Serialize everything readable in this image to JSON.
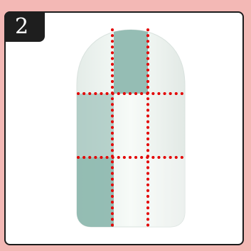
{
  "step": {
    "number": "2"
  },
  "colors": {
    "background": "#f3b8b5",
    "card": "#ffffff",
    "badge": "#1e1e1e",
    "nail_clear": "#eef5f1",
    "nail_teal": "#8fb9b0",
    "guide_dots": "#e30000"
  },
  "illustration": {
    "subject": "nail-tip",
    "guide_icon": "dotted-grid-icon",
    "pattern": "teal-plaid"
  }
}
